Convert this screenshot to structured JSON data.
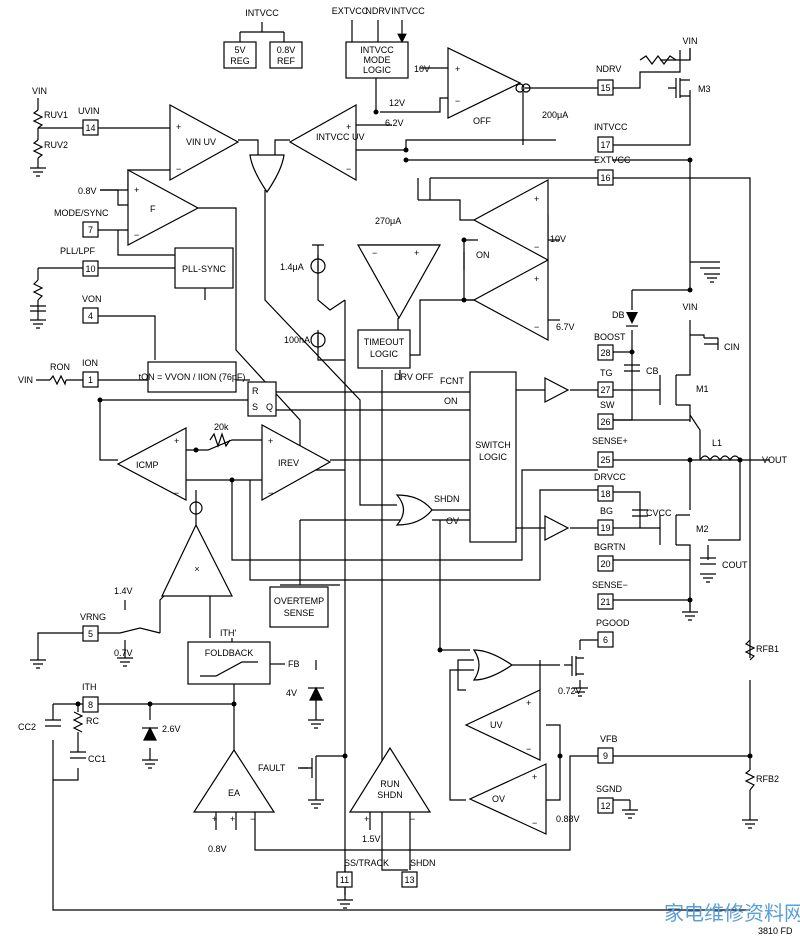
{
  "blocks": {
    "reg5v": [
      "5V",
      "REG"
    ],
    "ref08v": [
      "0.8V",
      "REF"
    ],
    "mode_logic": [
      "INTVCC",
      "MODE",
      "LOGIC"
    ],
    "pll_sync": "PLL-SYNC",
    "ton": "tON = VVON / IION (76pF)",
    "timeout": [
      "TIMEOUT",
      "LOGIC"
    ],
    "switch_logic": [
      "SWITCH",
      "LOGIC"
    ],
    "overtemp": [
      "OVERTEMP",
      "SENSE"
    ],
    "foldback": "FOLDBACK",
    "run_shdn": [
      "RUN",
      "SHDN"
    ],
    "ea": "EA",
    "multiplier": "×",
    "rs": [
      "R",
      "S",
      "Q"
    ]
  },
  "comparators": {
    "vin_uv": "VIN UV",
    "intvcc_uv": "INTVCC UV",
    "f": "F",
    "icmp": "ICMP",
    "irev": "IREV",
    "uv": "UV",
    "ov": "OV"
  },
  "pins": [
    {
      "num": "14",
      "label": "UVIN"
    },
    {
      "num": "7",
      "label": "MODE/SYNC"
    },
    {
      "num": "10",
      "label": "PLL/LPF"
    },
    {
      "num": "4",
      "label": "VON"
    },
    {
      "num": "1",
      "label": "ION"
    },
    {
      "num": "5",
      "label": "VRNG"
    },
    {
      "num": "8",
      "label": "ITH"
    },
    {
      "num": "15",
      "label": "NDRV"
    },
    {
      "num": "17",
      "label": "INTVCC"
    },
    {
      "num": "16",
      "label": "EXTVCC"
    },
    {
      "num": "28",
      "label": "BOOST"
    },
    {
      "num": "27",
      "label": "TG"
    },
    {
      "num": "26",
      "label": "SW"
    },
    {
      "num": "25",
      "label": "SENSE+"
    },
    {
      "num": "18",
      "label": "DRVCC"
    },
    {
      "num": "19",
      "label": "BG"
    },
    {
      "num": "20",
      "label": "BGRTN"
    },
    {
      "num": "21",
      "label": "SENSE−"
    },
    {
      "num": "6",
      "label": "PGOOD"
    },
    {
      "num": "9",
      "label": "VFB"
    },
    {
      "num": "12",
      "label": "SGND"
    },
    {
      "num": "11",
      "label": "SS/TRACK"
    },
    {
      "num": "13",
      "label": "SHDN"
    }
  ],
  "labels": {
    "intvcc_top": "INTVCC",
    "extvcc_top": "EXTVCC",
    "ndrv_top": "NDRV",
    "intvcc_top2": "INTVCC",
    "vin_top": "VIN",
    "vin_left": "VIN",
    "ruv1": "RUV1",
    "ruv2": "RUV2",
    "v08": "0.8V",
    "v10": "10V",
    "v12": "12V",
    "v62": "6.2V",
    "off": "OFF",
    "i200": "200μA",
    "m3": "M3",
    "i270": "270μA",
    "v10b": "10V",
    "on_sw": "ON",
    "v67": "6.7V",
    "i14": "1.4μA",
    "i100": "100nA",
    "db": "DB",
    "vin_m1": "VIN",
    "cin": "CIN",
    "cb": "CB",
    "m1": "M1",
    "ron": "RON",
    "vin_ron": "VIN",
    "drv_off": "DRV OFF",
    "fcnt": "FCNT",
    "on": "ON",
    "r20k": "20k",
    "l1": "L1",
    "vout": "VOUT",
    "shdn_or": "SHDN",
    "ov_out": "OV",
    "cvcc": "CVCC",
    "m2": "M2",
    "cout": "COUT",
    "v14": "1.4V",
    "v07": "0.7V",
    "ith_prime": "ITH'",
    "fb": "FB",
    "rfb1": "RFB1",
    "v072": "0.72V",
    "v4": "4V",
    "cc2": "CC2",
    "rc": "RC",
    "cc1": "CC1",
    "v26": "2.6V",
    "fault": "FAULT",
    "rfb2": "RFB2",
    "v088": "0.88V",
    "v08b": "0.8V",
    "v15": "1.5V",
    "part_no": "3810 FD",
    "watermark": "家电维修资料网"
  }
}
